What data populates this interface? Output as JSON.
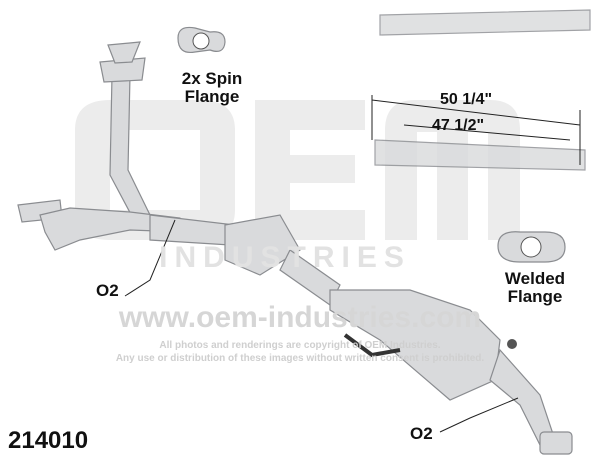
{
  "watermark": {
    "logo": "OEM",
    "subtitle": "INDUSTRIES",
    "url": "www.oem-industries.com",
    "copyright_line1": "All photos and renderings are copyright of OEM Industries.",
    "copyright_line2": "Any use or distribution of these images without written consent is prohibited."
  },
  "labels": {
    "spin_flange": "2x Spin Flange",
    "welded_flange": "Welded Flange",
    "o2_upper": "O2",
    "o2_lower": "O2",
    "dim_overall": "50 1/4\"",
    "dim_inner": "47 1/2\"",
    "part_number": "214010"
  },
  "colors": {
    "pipe": "#d9dadc",
    "pipe_edge": "#8a8c90",
    "text": "#111111"
  }
}
